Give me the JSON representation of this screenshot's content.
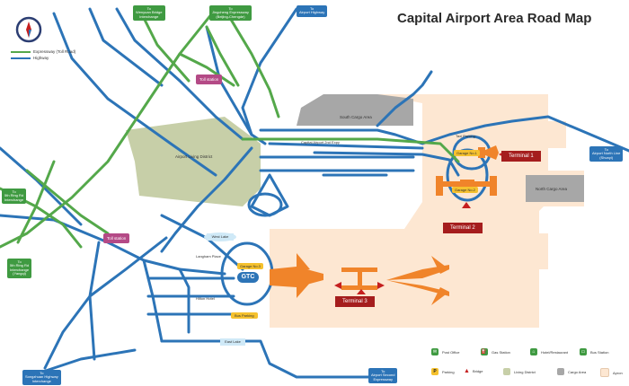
{
  "title": "Capital Airport Area Road Map",
  "legend": {
    "expressway": "Expressway (Toll Road)",
    "highway": "Highway"
  },
  "road_labels": {
    "top1": "To\nWenyuan Bridge\nInterchange",
    "top2": "To\nJingcheng Expressway\n(Beijing-Chengde)",
    "top3": "To\nAirport Highway",
    "right_north": "To\nAirport North Line\n(Shunyi)",
    "left_5th": "To\n5th Ring Rd\nInterchange",
    "left_5th_bottom": "To\n5th Ring Rd\nInterchange\n(Yangqi)",
    "bottom_left": "To\nSongzhuan Highway\nInterchange",
    "bottom_right": "To\nAirport Second\nExpressway"
  },
  "toll_stations": {
    "top": "Toll station",
    "left": "Toll station"
  },
  "areas": {
    "south_cargo": "South Cargo Area",
    "north_cargo": "North Cargo Area",
    "living": "Airport Living District",
    "west_lake": "West Lake",
    "east_lake": "East Lake",
    "airport_2nd_exp": "Capital Airport 2nd Expy",
    "langham": "Langham Place",
    "hilton": "Hilton Hotel",
    "taxi": "Taxi Parking"
  },
  "terminals": {
    "t1": "Terminal 1",
    "t2": "Terminal 2",
    "t3": "Terminal 3"
  },
  "garages": {
    "g1": "Garage No.1",
    "g2": "Garage No.2",
    "g3": "Garage No.3",
    "gtc": "GTC",
    "bus_parking": "Bus Parking"
  },
  "bottom_legend": {
    "post": "Post Office",
    "gas": "Gas Station",
    "hotel": "Hotel/Restaurant",
    "bus": "Bus Station",
    "parking": "Parking",
    "bridge": "Bridge",
    "living": "Living District",
    "cargo": "Cargo Area",
    "apron": "Apron"
  },
  "colors": {
    "highway": "#2c74b7",
    "expressway": "#54a84a",
    "apron": "#fde7d2",
    "cargo": "#a7a7a7",
    "living": "#c7cfa8",
    "terminal": "#f0842a",
    "terminal_label": "#a51d1d",
    "toll": "#b44a86",
    "parking": "#f5c12e"
  }
}
